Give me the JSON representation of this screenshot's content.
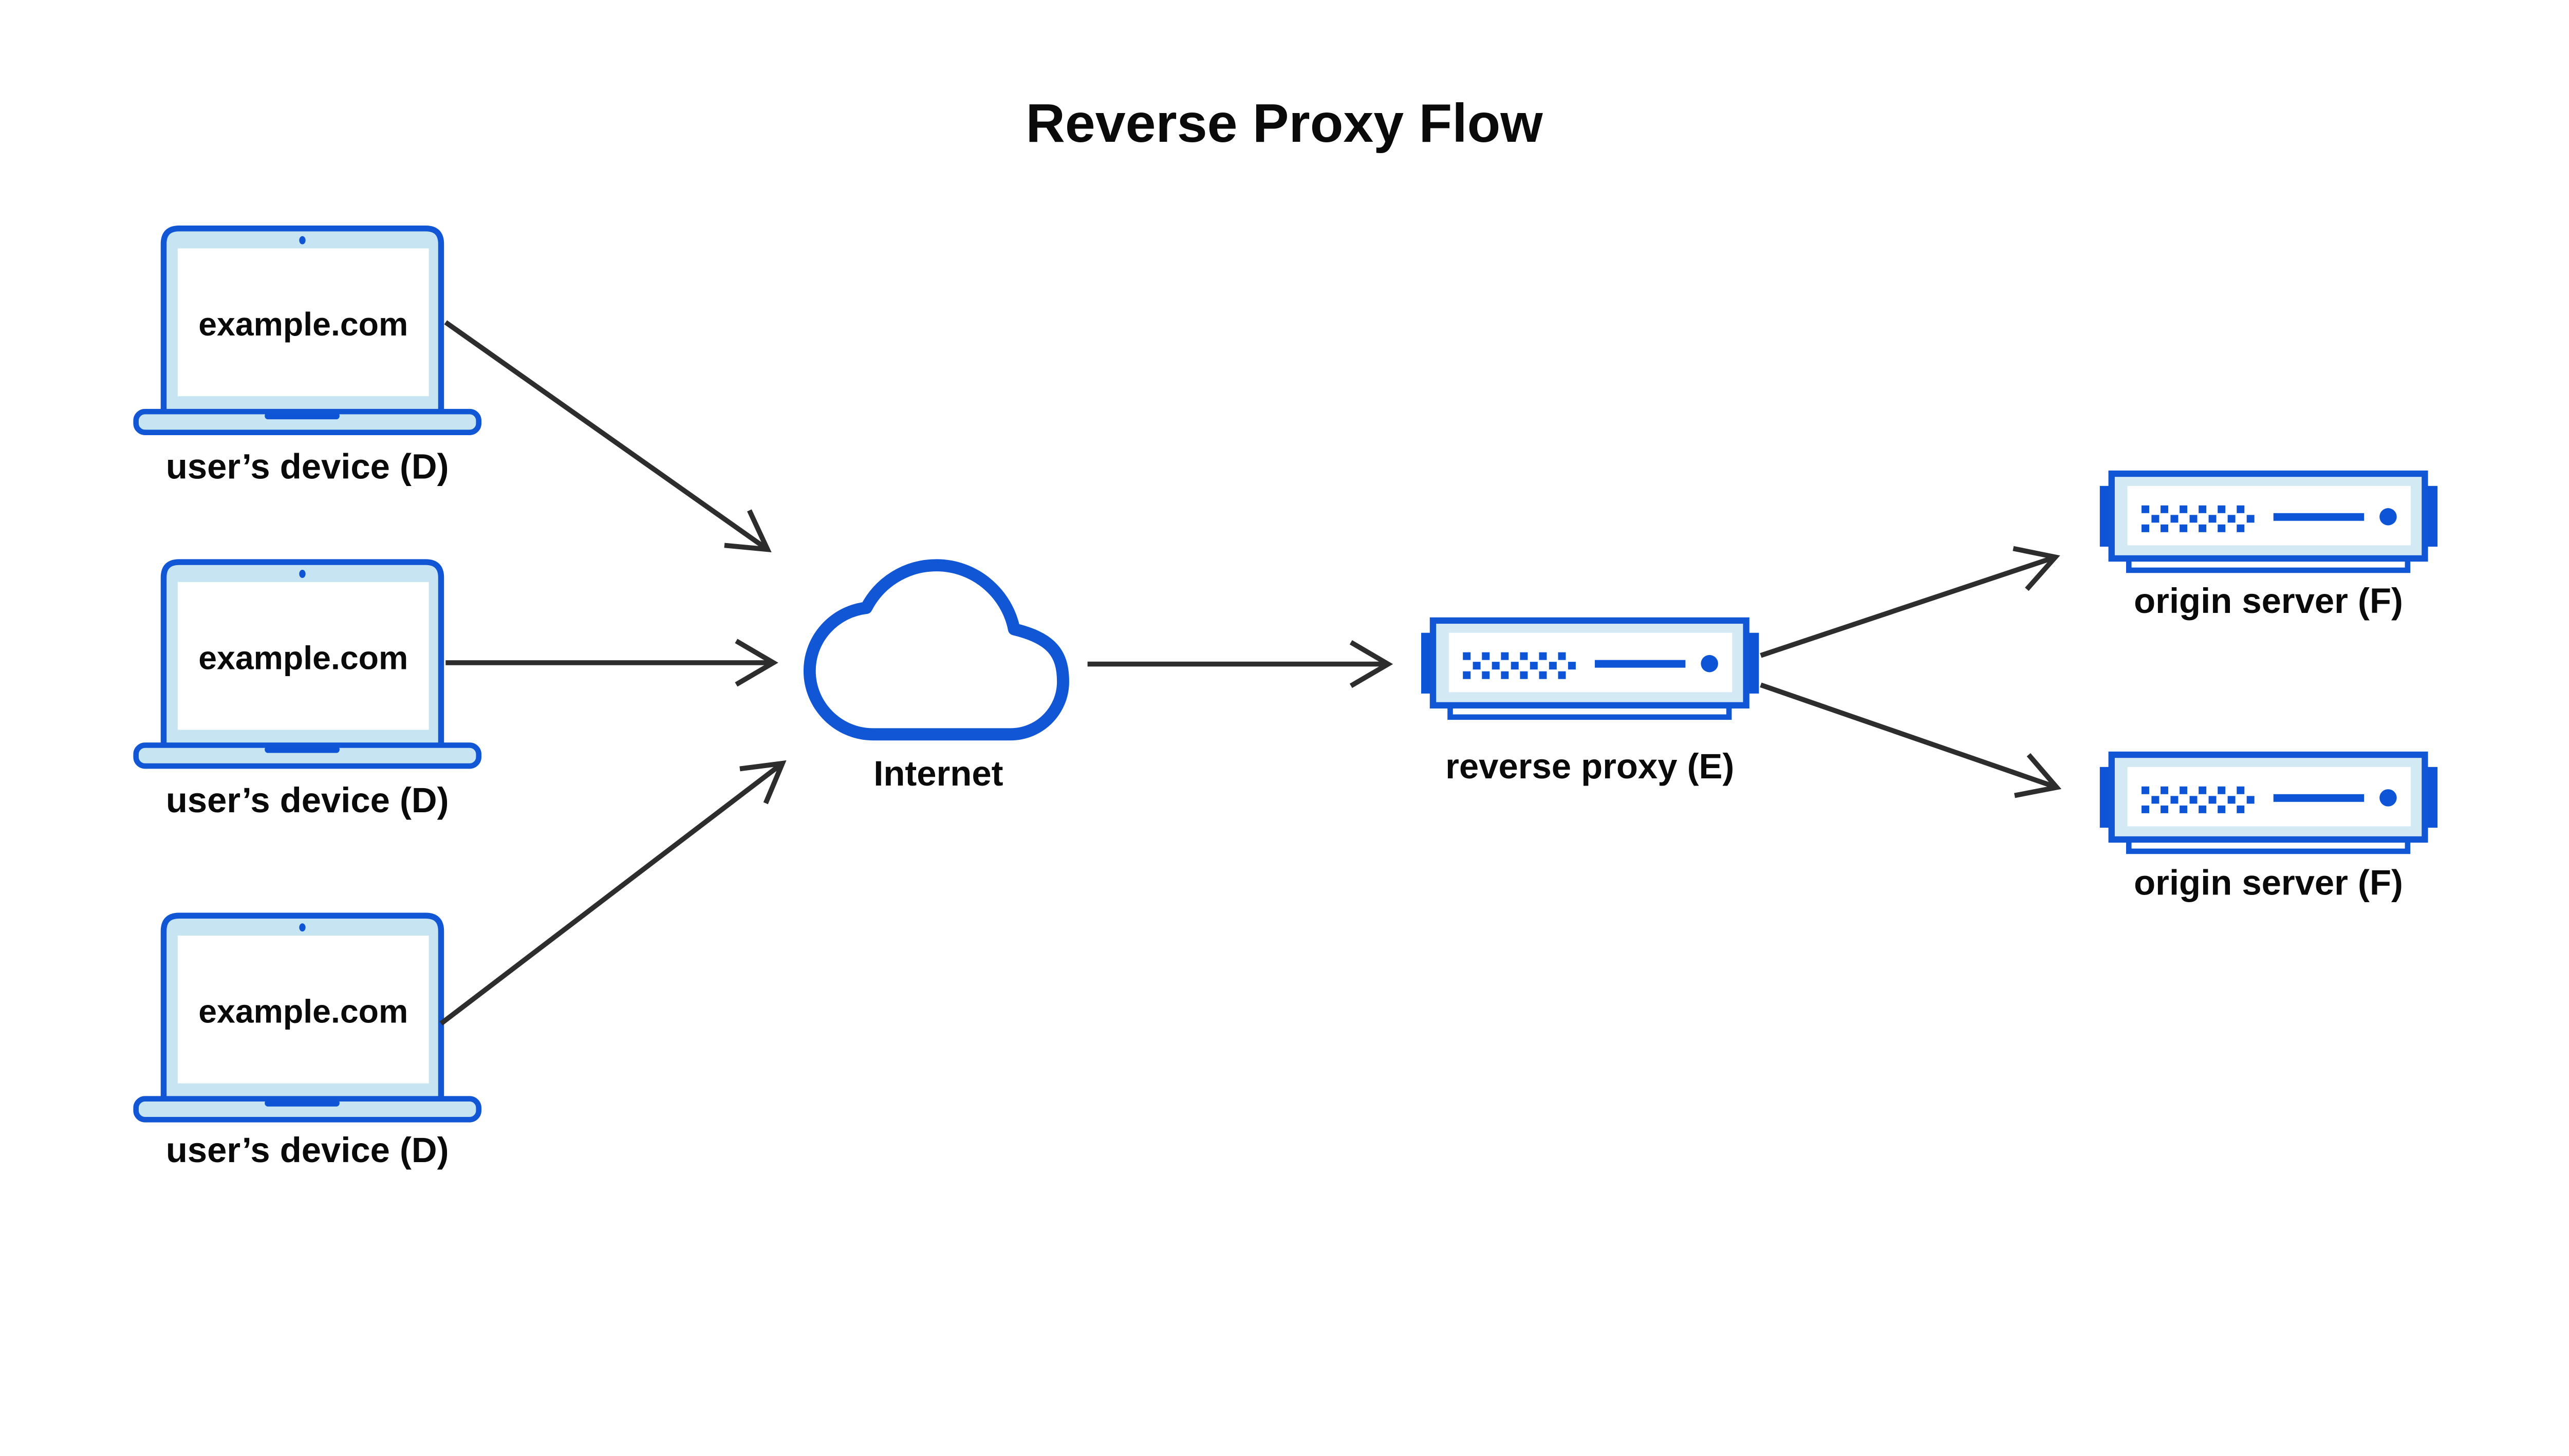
{
  "title": "Reverse Proxy Flow",
  "colors": {
    "stroke_blue": "#1156d4",
    "accent_blue": "#0d55d6",
    "laptop_light_blue": "#c7e4f2",
    "server_light_blue": "#d3e9f4",
    "arrow_gray": "#2d2d2d",
    "text_black": "#0a0a0a",
    "background": "#ffffff"
  },
  "nodes": {
    "devices": [
      {
        "screen_text": "example.com",
        "label": "user’s device (D)"
      },
      {
        "screen_text": "example.com",
        "label": "user’s device (D)"
      },
      {
        "screen_text": "example.com",
        "label": "user’s device (D)"
      }
    ],
    "internet": {
      "label": "Internet"
    },
    "reverse_proxy": {
      "label": "reverse proxy (E)"
    },
    "origin_servers": [
      {
        "label": "origin server (F)"
      },
      {
        "label": "origin server (F)"
      }
    ]
  },
  "icons": [
    "laptop-icon",
    "cloud-icon",
    "server-icon"
  ],
  "edges": [
    {
      "from": "user-device-1",
      "to": "internet"
    },
    {
      "from": "user-device-2",
      "to": "internet"
    },
    {
      "from": "user-device-3",
      "to": "internet"
    },
    {
      "from": "internet",
      "to": "reverse-proxy"
    },
    {
      "from": "reverse-proxy",
      "to": "origin-server-1"
    },
    {
      "from": "reverse-proxy",
      "to": "origin-server-2"
    }
  ]
}
